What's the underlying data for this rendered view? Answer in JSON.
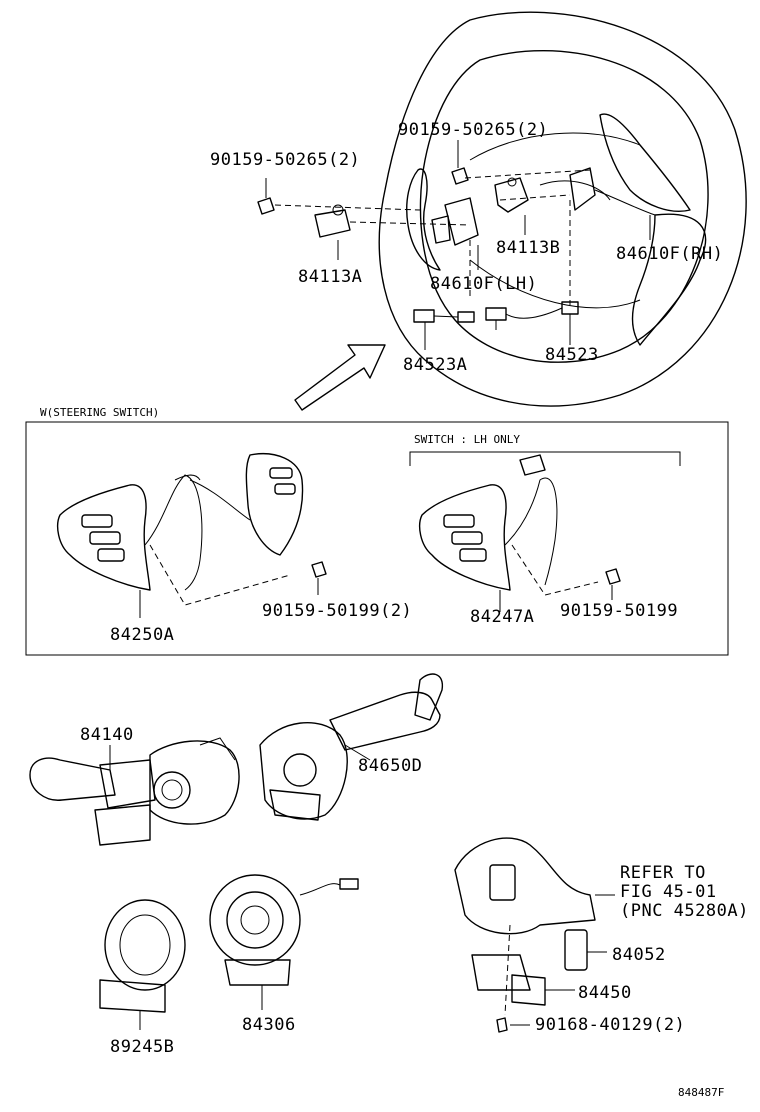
{
  "diagram_id": "848487F",
  "section_label": "W(STEERING SWITCH)",
  "subsection_label": "SWITCH : LH ONLY",
  "part_numbers": {
    "bolt_upper_left": "90159-50265(2)",
    "bolt_upper_right": "90159-50265(2)",
    "bracket_a": "84113A",
    "bracket_b": "84113B",
    "paddle_lh": "84610F(LH)",
    "paddle_rh": "84610F(RH)",
    "harness_a": "84523A",
    "harness": "84523",
    "switch_assy_a": "84250A",
    "switch_bolt_2": "90159-50199(2)",
    "switch_lh": "84247A",
    "switch_bolt": "90159-50199",
    "turn_signal_switch": "84140",
    "wiper_switch": "84650D",
    "spiral_cable": "84306",
    "steering_sensor": "89245B",
    "ignition_part": "84052",
    "ignition_switch": "84450",
    "ignition_screw": "90168-40129(2)"
  },
  "reference": {
    "line1": "REFER TO",
    "line2": "FIG 45-01",
    "line3": "(PNC 45280A)"
  }
}
